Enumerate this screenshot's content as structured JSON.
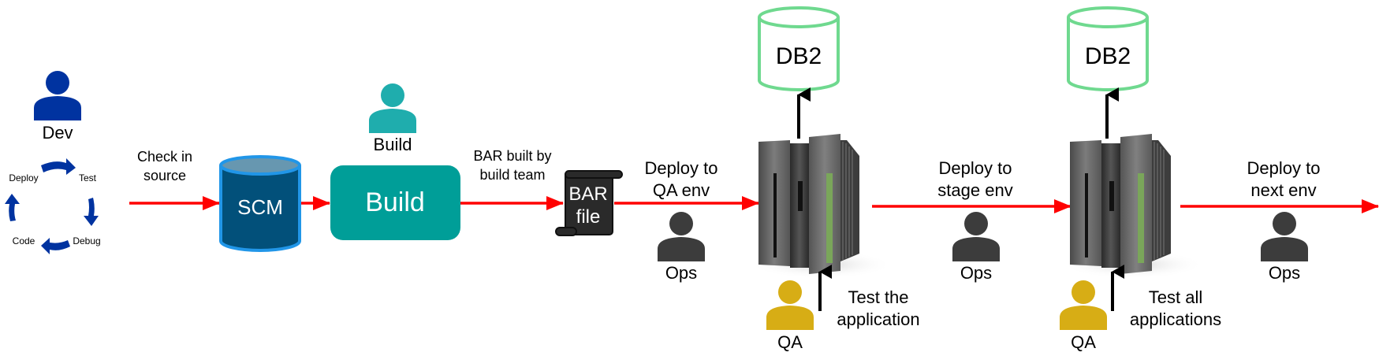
{
  "colors": {
    "flow_arrow": "#ff0000",
    "dev_person": "#0033a0",
    "build_person": "#1fadad",
    "build_box": "#009e98",
    "scm_body": "#02507a",
    "scm_border": "#2196e8",
    "scm_top": "#6797b0",
    "bar_file": "#2a2a2a",
    "db2_outline": "#6fd98f",
    "ops_person": "#3c3c3c",
    "qa_person": "#d7ad15",
    "server": "#5a5a5a",
    "server_led": "#7aa65a"
  },
  "dev": {
    "role_label": "Dev",
    "cycle": [
      "Deploy",
      "Test",
      "Debug",
      "Code"
    ]
  },
  "steps": {
    "check_in": [
      "Check in",
      "source"
    ],
    "scm_label": "SCM",
    "build_role": "Build",
    "build_box_label": "Build",
    "bar_built": [
      "BAR built by",
      "build team"
    ],
    "bar_file": [
      "BAR",
      "file"
    ],
    "deploy_qa": [
      "Deploy to",
      "QA env"
    ],
    "deploy_stage": [
      "Deploy to",
      "stage env"
    ],
    "deploy_next": [
      "Deploy to",
      "next env"
    ]
  },
  "environments": [
    {
      "db_label": "DB2",
      "qa_label": "QA",
      "test_text": [
        "Test the",
        "application"
      ]
    },
    {
      "db_label": "DB2",
      "qa_label": "QA",
      "test_text": [
        "Test all",
        "applications"
      ]
    }
  ],
  "ops_label": "Ops"
}
